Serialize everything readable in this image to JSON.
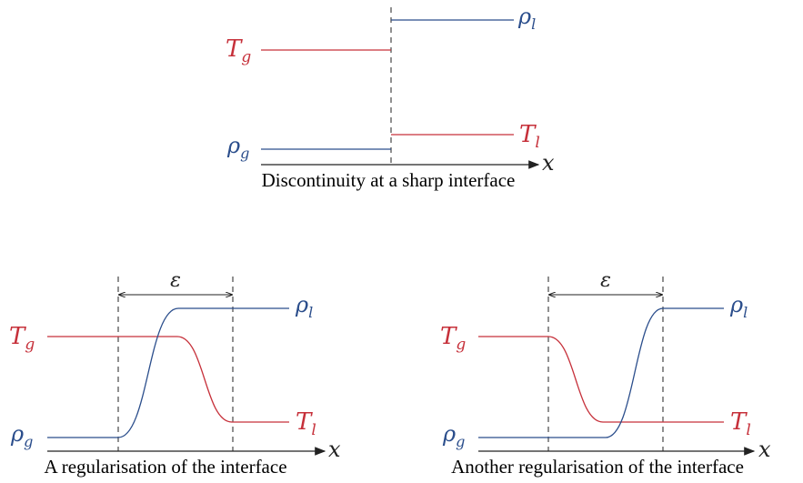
{
  "colors": {
    "density": "#2b4e8c",
    "temperature": "#c6303a",
    "axis": "#222222"
  },
  "labels": {
    "rho": "ρ",
    "T": "T",
    "gas_sub": "g",
    "liquid_sub": "l",
    "x": "x",
    "epsilon": "ε"
  },
  "panels": [
    {
      "id": "sharp",
      "caption": "Discontinuity at a sharp interface"
    },
    {
      "id": "regularised-1",
      "caption": "A regularisation of the interface"
    },
    {
      "id": "regularised-2",
      "caption": "Another regularisation of the interface"
    }
  ]
}
